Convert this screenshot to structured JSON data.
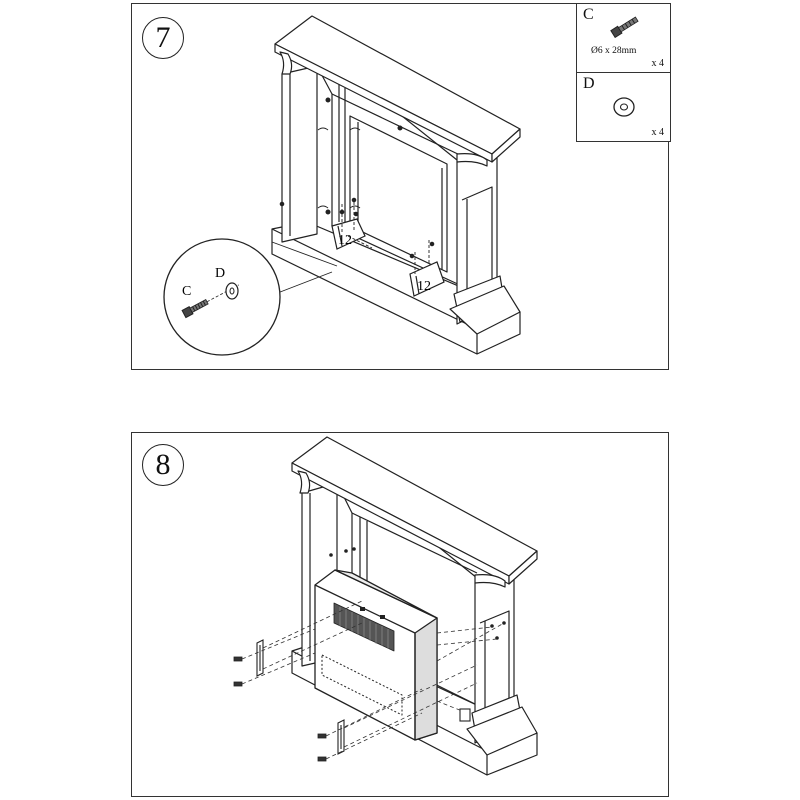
{
  "steps": [
    {
      "number": "7",
      "parts": [
        {
          "letter": "C",
          "spec": "Ø6 x 28mm",
          "qty": "x 4",
          "icon": "bolt-icon"
        },
        {
          "letter": "D",
          "qty": "x 4",
          "icon": "washer-icon"
        }
      ],
      "detail_labels": {
        "bolt": "C",
        "washer": "D"
      },
      "bracket_labels": [
        "12",
        "12"
      ]
    },
    {
      "number": "8"
    }
  ]
}
